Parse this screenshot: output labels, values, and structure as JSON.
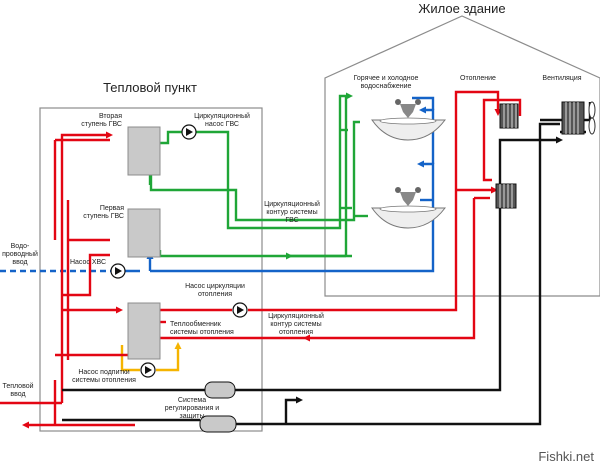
{
  "colors": {
    "supply_red": "#e30613",
    "return_red": "#e30613",
    "cold_blue": "#1463c8",
    "hot_green": "#1fa637",
    "makeup_yellow": "#f5b400",
    "control_black": "#111111",
    "equipment_grey": "#c9c9c9",
    "outline_grey": "#8c8c8c"
  },
  "titles": {
    "building": "Жилое здание",
    "heat_point": "Тепловой пункт"
  },
  "building_labels": {
    "water_supply_1": "Горячее и холодное",
    "water_supply_2": "водоснабжение",
    "heating": "Отопление",
    "ventilation": "Вентиляция"
  },
  "heat_point_labels": {
    "stage2_1": "Вторая",
    "stage2_2": "ступень ГВС",
    "circ_pump_hws_1": "Циркуляционный",
    "circ_pump_hws_2": "насос ГВС",
    "stage1_1": "Первая",
    "stage1_2": "ступень ГВС",
    "cold_pump": "Насос ХВС",
    "heating_circ_pump_1": "Насос циркуляции",
    "heating_circ_pump_2": "отопления",
    "hx_1": "Теплообменник",
    "hx_2": "системы отопления",
    "makeup_pump_1": "Насос подпитки",
    "makeup_pump_2": "системы отопления",
    "control_1": "Система",
    "control_2": "регулирования и",
    "control_3": "защиты"
  },
  "external_labels": {
    "water_inlet_1": "Водо-",
    "water_inlet_2": "проводный",
    "water_inlet_3": "ввод",
    "heat_inlet_1": "Тепловой",
    "heat_inlet_2": "ввод",
    "hws_circuit_1": "Циркуляционный",
    "hws_circuit_2": "контур системы",
    "hws_circuit_3": "ГВС",
    "heating_circuit_1": "Циркуляционный",
    "heating_circuit_2": "контур системы",
    "heating_circuit_3": "отопления"
  },
  "watermark": "Fishki.net"
}
